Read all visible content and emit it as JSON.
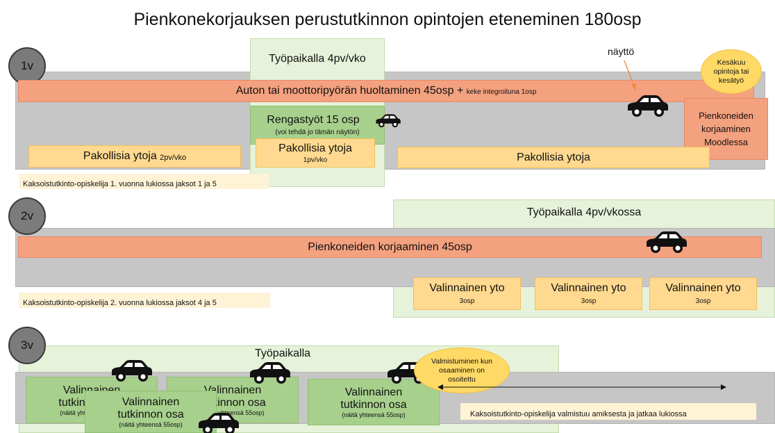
{
  "title": "Pienkonekorjauksen perustutkinnon opintojen eteneminen 180osp",
  "year1": {
    "badge": "1v",
    "workplace": "Työpaikalla 4pv/vko",
    "main_bar": "Auton tai moottoripyörän huoltaminen 45osp + ",
    "main_bar_small": "keke integroituna 1osp",
    "naytto": "näyttö",
    "summer": "Kesäkuu opintoja tai kesätyö",
    "moodle": "Pienkoneiden korjaaminen Moodlessa",
    "tyres": "Rengastyöt 15 osp",
    "tyres_note": "(voi tehdä jo tämän näytön)",
    "yto_left": "Pakollisia ytoja ",
    "yto_left_small": "2pv/vko",
    "yto_mid": "Pakollisia ytoja",
    "yto_mid_small": "1pv/vko",
    "yto_right": "Pakollisia ytoja",
    "note": "Kaksoistutkinto-opiskelija 1. vuonna lukiossa jaksot 1 ja 5"
  },
  "year2": {
    "badge": "2v",
    "workplace": "Työpaikalla 4pv/vkossa",
    "main_bar": "Pienkoneiden korjaaminen 45osp",
    "electives": [
      {
        "label": "Valinnainen yto",
        "credits": "3osp"
      },
      {
        "label": "Valinnainen yto",
        "credits": "3osp"
      },
      {
        "label": "Valinnainen yto",
        "credits": "3osp"
      }
    ],
    "note": "Kaksoistutkinto-opiskelija 2. vuonna lukiossa jaksot 4 ja 5"
  },
  "year3": {
    "badge": "3v",
    "workplace": "Työpaikalla",
    "graduation": "Valmistuminen kun osaaminen on osoitettu",
    "modules": [
      {
        "line1": "Valinnainen",
        "line2": "tutkinnon osa",
        "note": "(näitä yhteensä 55osp)"
      },
      {
        "line1": "Valinnainen",
        "line2": "tutkinnon osa",
        "note": "(näitä yhteensä 55osp)"
      },
      {
        "line1": "Valinnainen",
        "line2": "tutkinnon osa",
        "note": "(näitä yhteensä 55osp)"
      },
      {
        "line1": "Valinnainen",
        "line2": "tutkinnon osa",
        "note": "(näitä yhteensä 55osp)"
      }
    ],
    "note": "Kaksoistutkinto-opiskelija valmistuu amiksesta ja jatkaa lukiossa"
  },
  "icons": [
    "car-icon"
  ],
  "colors": {
    "bar": "#f4a17f",
    "yto": "#ffd98f",
    "workplace": "#e6f2d9",
    "module": "#a8d08d",
    "band": "#c6c6c6",
    "summer": "#ffd966"
  }
}
